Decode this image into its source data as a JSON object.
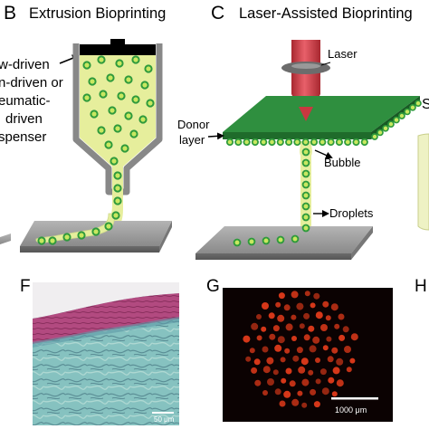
{
  "panels": {
    "B": {
      "letter": "B",
      "title": "Extrusion Bioprinting",
      "dispenser_lines": [
        "w-driven",
        "n-driven or",
        "eumatic-",
        "driven",
        "spenser"
      ]
    },
    "C": {
      "letter": "C",
      "title": "Laser-Assisted Bioprinting",
      "laser_label": "Laser",
      "donor_label": "Donor",
      "donor_label2": "layer",
      "bubble_label": "Bubble",
      "droplets_label": "Droplets",
      "cut_letter": "S"
    },
    "F": {
      "letter": "F",
      "scale_label": "50 μm"
    },
    "G": {
      "letter": "G",
      "scale_label": "1000 μm"
    },
    "H": {
      "letter": "H"
    }
  },
  "colors": {
    "bioink": "#e8f0a0",
    "cell_fill": "#2e9a3c",
    "cell_center": "#c8e860",
    "plate": "#9a9a9a",
    "donor_top": "#2f8f3f",
    "donor_side": "#1f6b2b",
    "laser": "#d04048",
    "stain_pink": "#b04878",
    "stain_teal": "#7ab8b8",
    "fluor_bg": "#0a0000",
    "fluor_dot": "#e03a1a"
  }
}
